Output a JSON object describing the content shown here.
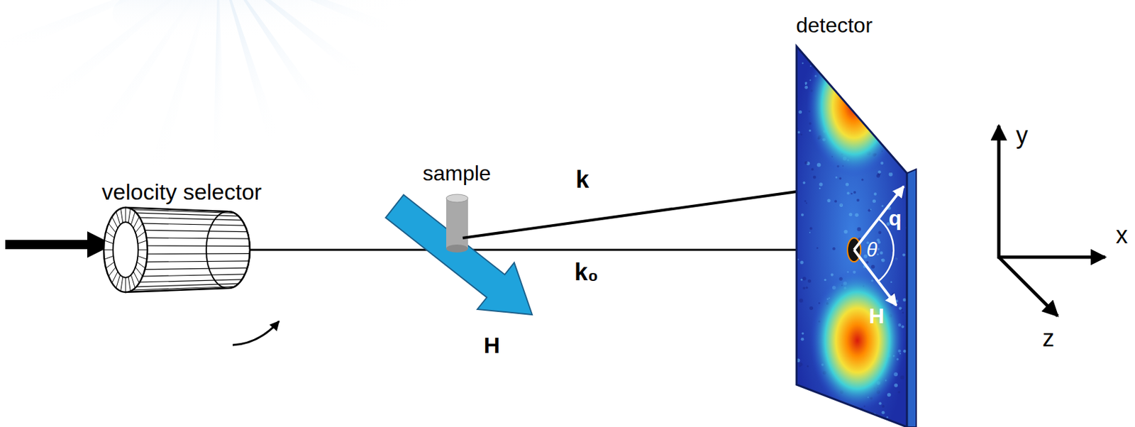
{
  "diagram": {
    "labels": [
      "velocity selector",
      "sample",
      "H",
      "detector",
      "k",
      "k₀",
      "θ",
      "q",
      "H",
      "y",
      "x",
      "z"
    ]
  }
}
